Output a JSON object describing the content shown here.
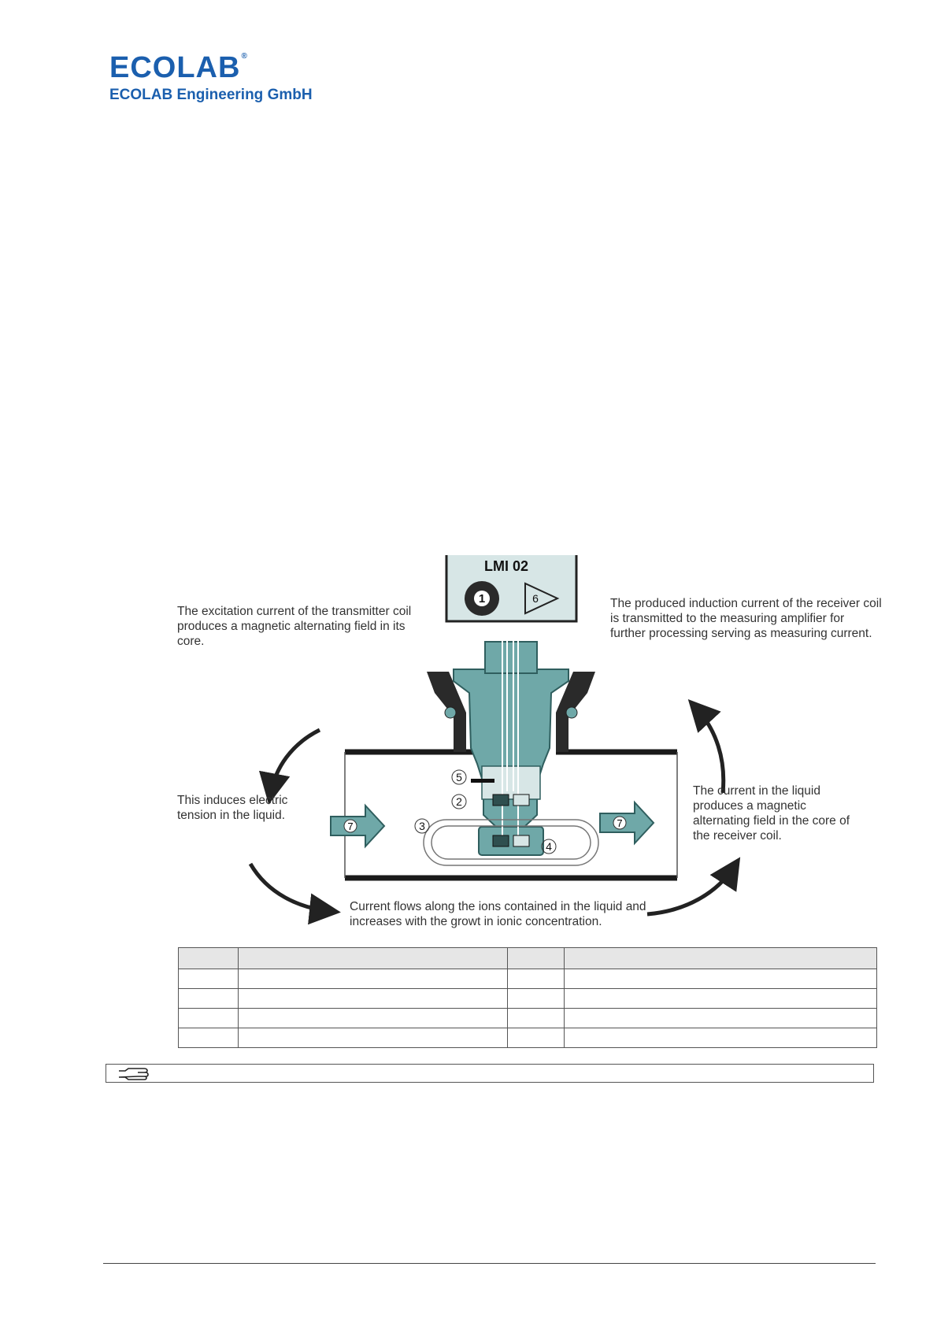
{
  "header": {
    "logo_text": "ECOLAB",
    "company_name": "ECOLAB Engineering GmbH"
  },
  "colors": {
    "brand": "#1b5fae",
    "sensor_teal": "#6fa8a8",
    "housing_light": "#d7e6e6"
  },
  "figure": {
    "device_label": "LMI 02",
    "numbered_parts": [
      "1",
      "2",
      "3",
      "4",
      "5",
      "6",
      "7"
    ],
    "annotations": {
      "transmitter": "The excitation current of the transmitter coil produces a magnetic alternating field in its core.",
      "receiver": "The produced induction current of the receiver coil is transmitted to the measuring amplifier for further processing serving as measuring current.",
      "induces": "This induces electric tension in the liquid.",
      "current_liquid": "The current in the liquid produces a magnetic alternating field in the core of the receiver coil.",
      "ions": "Current flows along the ions contained in the liquid and increases with the growt in ionic concentration."
    }
  },
  "legend_table": {
    "rows": [
      [
        "",
        "",
        "",
        ""
      ],
      [
        "",
        "",
        "",
        ""
      ],
      [
        "",
        "",
        "",
        ""
      ],
      [
        "",
        "",
        "",
        ""
      ],
      [
        "",
        "",
        "",
        ""
      ]
    ]
  },
  "note": {
    "icon": "pointing-hand-icon",
    "text": ""
  }
}
